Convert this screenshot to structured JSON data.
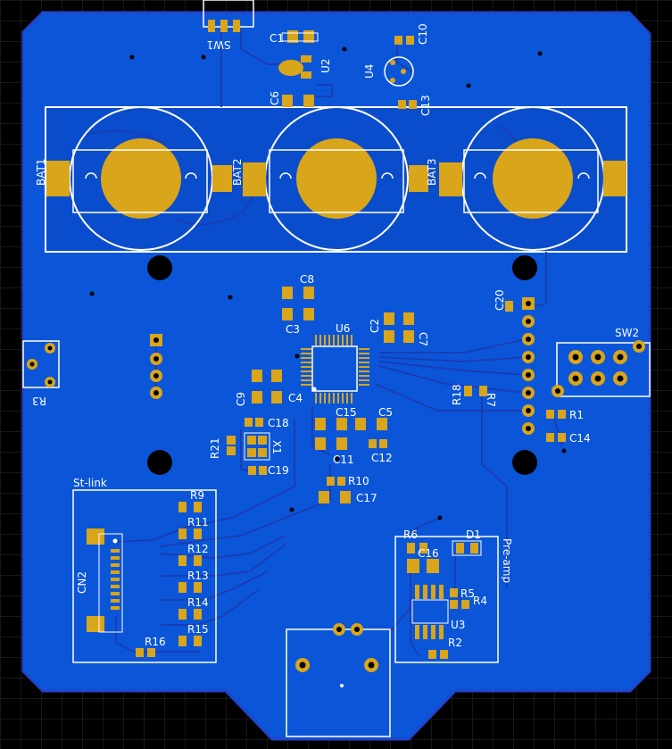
{
  "colors": {
    "background": "#000000",
    "grid": "#2a2a2a",
    "board_edge": "#1f3fbf",
    "copper_fill": "#0b56d8",
    "trace": "#1a3db6",
    "pad": "#d9a51a",
    "silk": "#ffffff",
    "hole": "#000000"
  },
  "labels": {
    "sw1": "SW1",
    "c1": "C1",
    "c10": "C10",
    "u2": "U2",
    "u4": "U4",
    "c6": "C6",
    "c13": "C13",
    "bat1": "BAT1",
    "bat2": "BAT2",
    "bat3": "BAT3",
    "c8": "C8",
    "c3": "C3",
    "u6": "U6",
    "c2": "C2",
    "c7": "C7",
    "c20": "C20",
    "sw2": "SW2",
    "r3": "R3",
    "c9": "C9",
    "c4": "C4",
    "c18": "C18",
    "r21": "R21",
    "x1": "X1",
    "c19": "C19",
    "c15": "C15",
    "c5": "C5",
    "c11": "C11",
    "c12": "C12",
    "r18": "R18",
    "r7": "R7",
    "r1": "R1",
    "c14": "C14",
    "r10": "R10",
    "c17": "C17",
    "st_link": "St-link",
    "r9": "R9",
    "r11": "R11",
    "r12": "R12",
    "r13": "R13",
    "r14": "R14",
    "r15": "R15",
    "r16": "R16",
    "cn2": "CN2",
    "r6": "R6",
    "d1": "D1",
    "c16": "C16",
    "pre_amp": "Pre-amp",
    "r5": "R5",
    "r4": "R4",
    "u3": "U3",
    "r2": "R2"
  }
}
